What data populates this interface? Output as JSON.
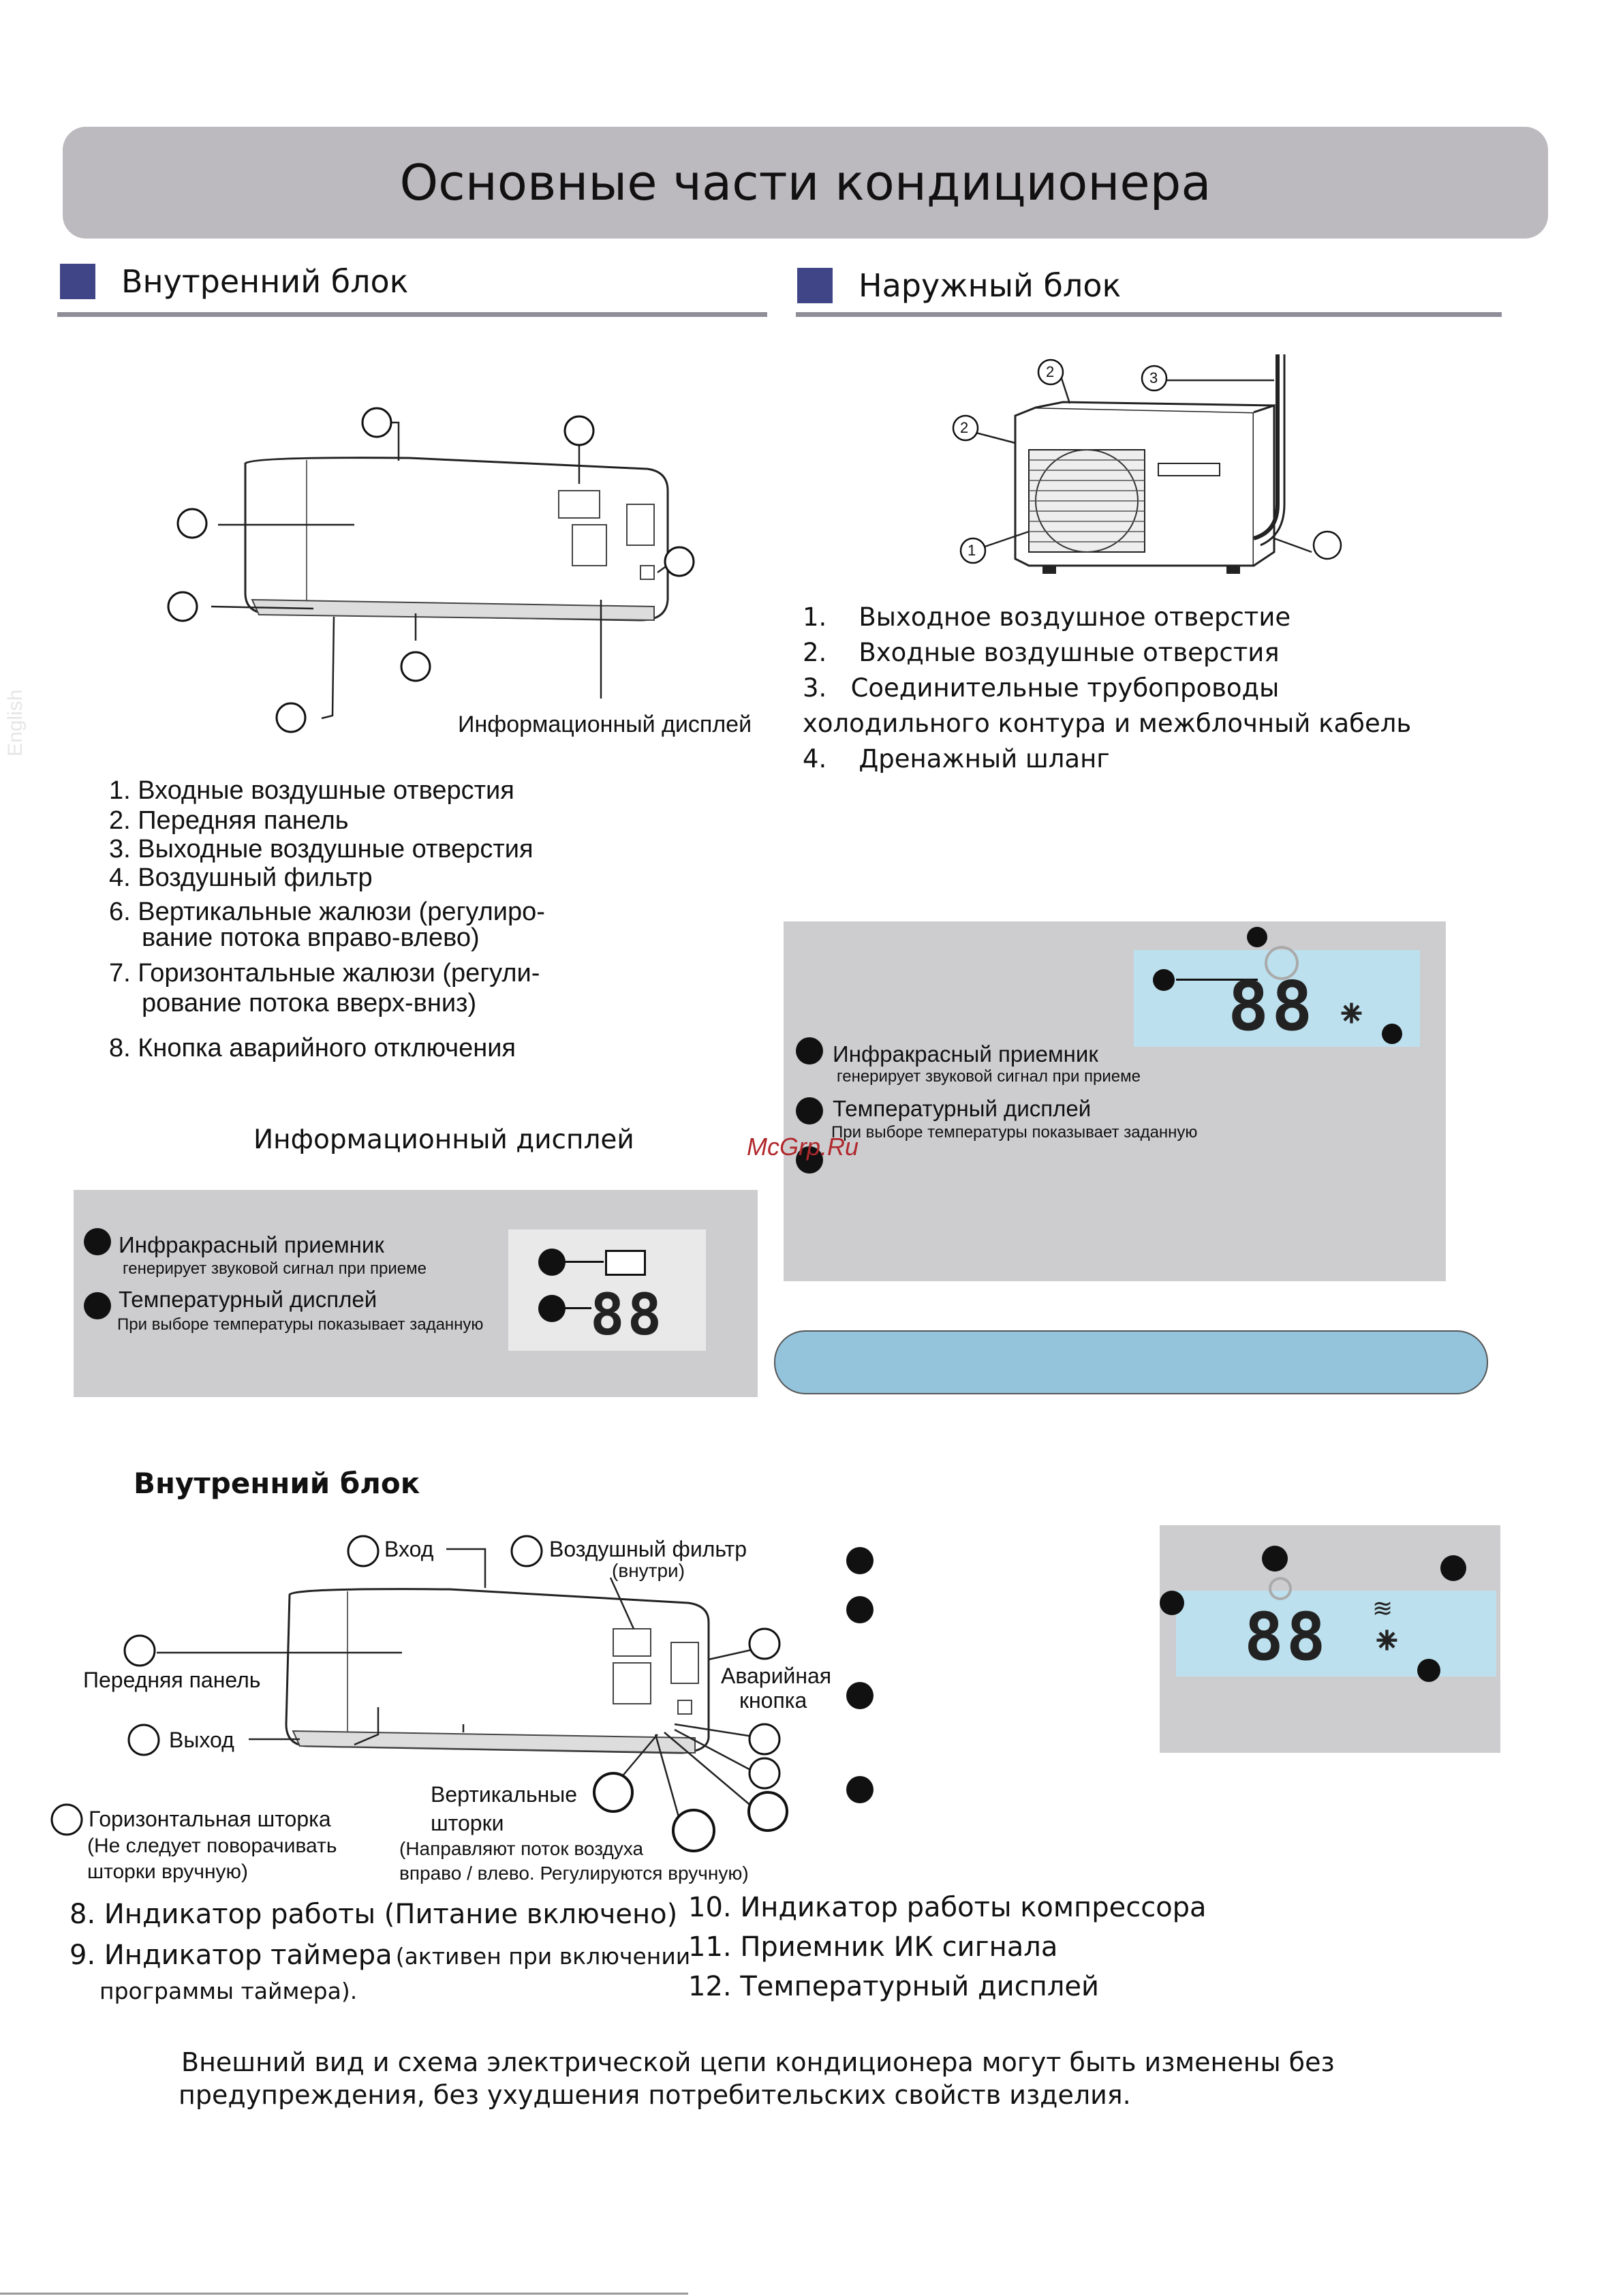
{
  "title": "Основные части кондиционера",
  "indoor_heading": "Внутренний блок",
  "outdoor_heading": "Наружный блок",
  "info_display_label": "Информационный дисплей",
  "indoor_list": [
    "1. Входные воздушные отверстия",
    "2. Передняя панель",
    "3. Выходные воздушные отверстия",
    "4. Воздушный фильтр",
    "6. Вертикальные жалюзи (регулиро-",
    "вание потока вправо-влево)",
    "7. Горизонтальные жалюзи (регули-",
    "рование потока вверх-вниз)",
    "8. Кнопка аварийного отключения"
  ],
  "outdoor_list": [
    "1.    Выходное воздушное отверстие",
    "2.    Входные воздушные отверстия",
    "3.   Соединительные трубопроводы",
    "холодильного контура и межблочный кабель",
    "4.    Дренажный шланг"
  ],
  "outdoor_callouts": [
    "1",
    "2",
    "2",
    "3"
  ],
  "side_label": "English",
  "watermark": "McGrp.Ru",
  "display_panel": {
    "ir_label": "Инфракрасный приемник",
    "ir_sub": "генерирует звуковой сигнал при приеме",
    "temp_label": "Температурный дисплей",
    "temp_sub": "При выборе температуры показывает заданную",
    "digits": "88"
  },
  "indoor_heading_2": "Внутренний блок",
  "diagram2_labels": {
    "inlet": "Вход",
    "filter": "Воздушный фильтр",
    "filter_sub": "(внутри)",
    "front_panel": "Передняя панель",
    "emergency": "Аварийная",
    "emergency_2": "кнопка",
    "outlet": "Выход",
    "horizontal": "Горизонтальная шторка",
    "horizontal_sub1": "(Не следует поворачивать",
    "horizontal_sub2": "шторки вручную)",
    "vertical": "Вертикальные",
    "vertical_2": "шторки",
    "vertical_sub1": "(Направляют поток воздуха",
    "vertical_sub2": "вправо / влево. Регулируются вручную)"
  },
  "bottom_list": {
    "item8": "8. Индикатор работы (Питание включено)",
    "item9a": "9. Индикатор таймера",
    "item9b": "(активен при включении",
    "item9c": "программы таймера).",
    "item10": "10. Индикатор работы компрессора",
    "item11": "11. Приемник ИК сигнала",
    "item12": "12. Температурный дисплей"
  },
  "footer_note": [
    "Внешний вид и схема электрической цепи кондиционера могут быть изменены без",
    "предупреждения, без ухудшения потребительских свойств изделия."
  ]
}
